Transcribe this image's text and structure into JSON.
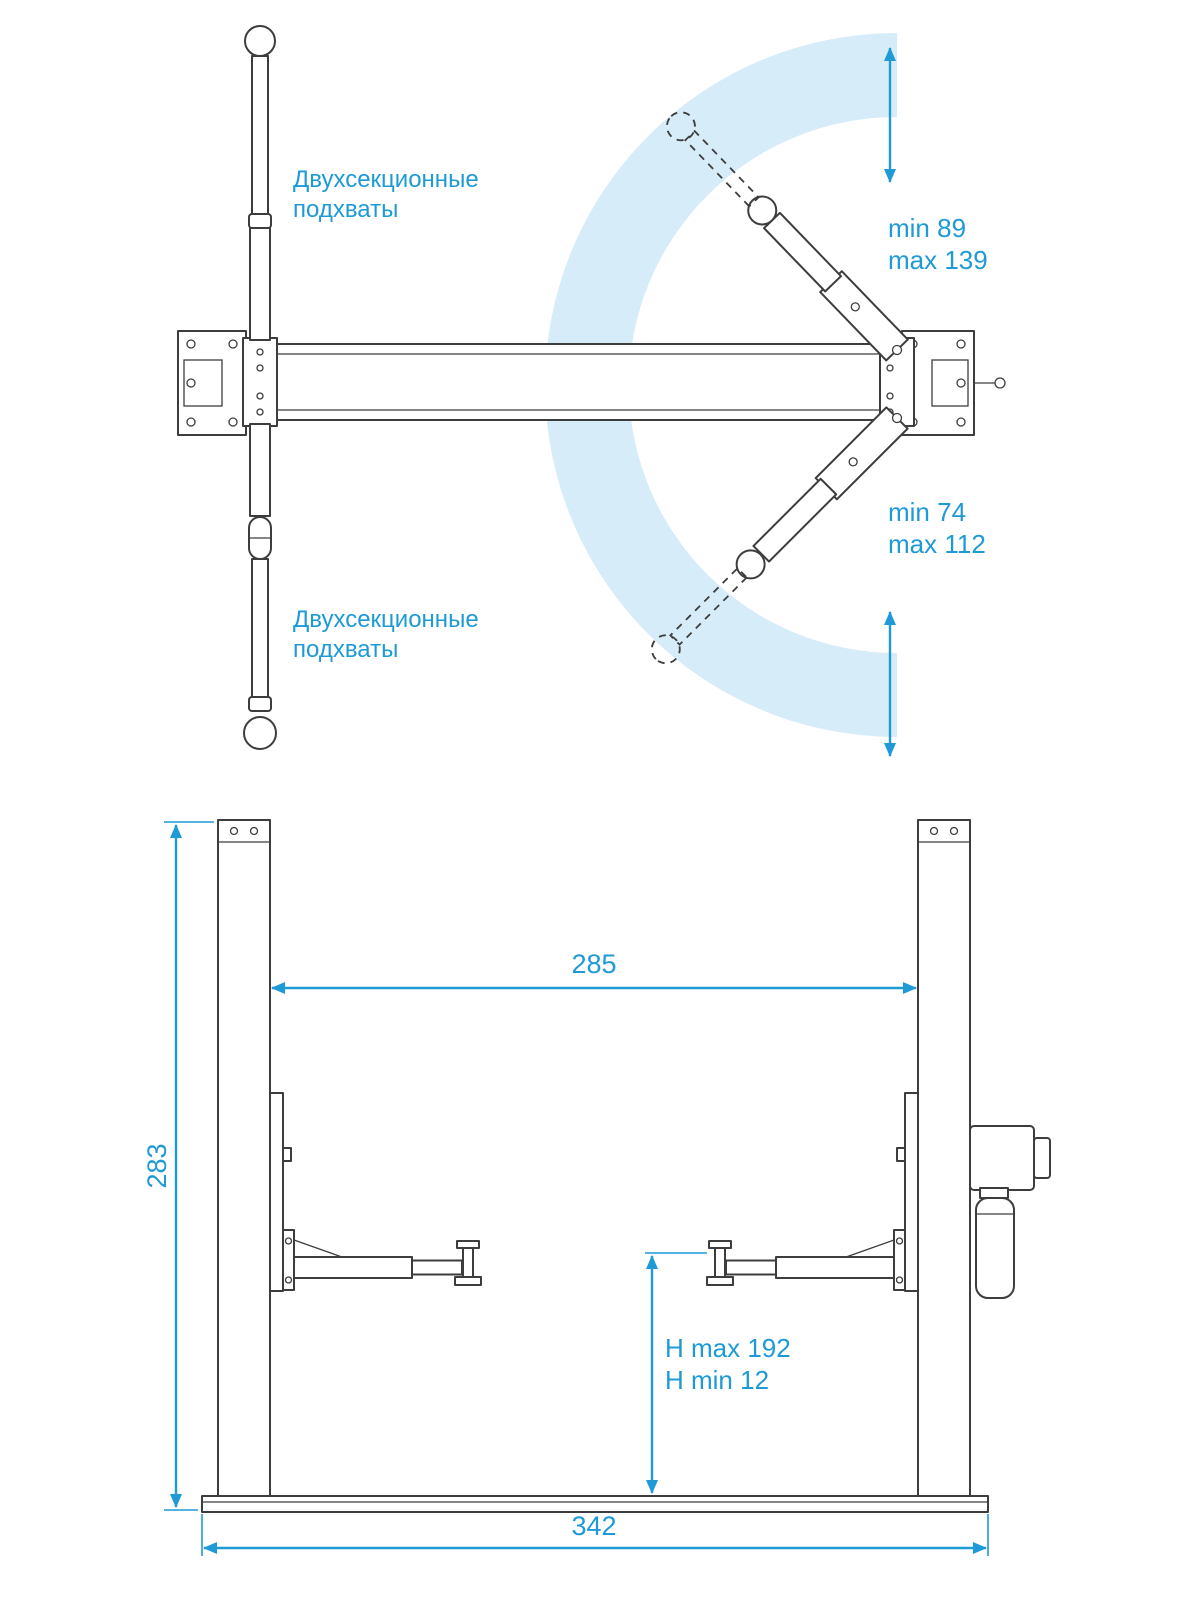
{
  "colors": {
    "accent": "#1e9ad6",
    "arc_fill": "#d7ecf9",
    "line": "#3d3d3d",
    "background": "#ffffff"
  },
  "top_view": {
    "pickup_label": {
      "line1": "Двухсекционные",
      "line2": "подхваты"
    },
    "upper_arm_reach": {
      "min": "min 89",
      "max": "max 139"
    },
    "lower_arm_reach": {
      "min": "min 74",
      "max": "max 112"
    }
  },
  "front_view": {
    "post_spacing": "285",
    "lift_height": "283",
    "arm_height_max": "H max 192",
    "arm_height_min": "H min 12",
    "base_width": "342"
  }
}
